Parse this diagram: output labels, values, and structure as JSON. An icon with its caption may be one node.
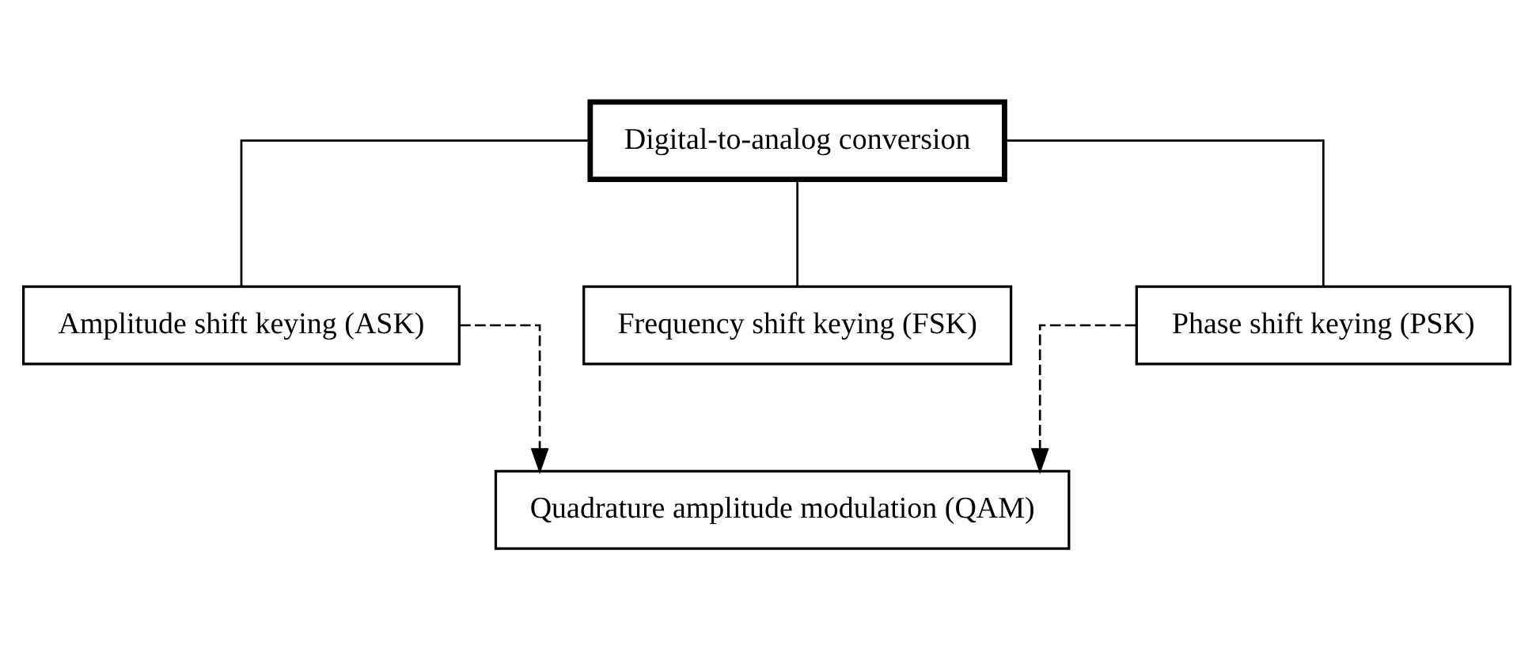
{
  "diagram": {
    "nodes": [
      {
        "text": [
          "Digital-to-analog conversion"
        ]
      },
      {
        "text": [
          "Amplitude shift keying (ASK)"
        ]
      },
      {
        "text": [
          "Frequency shift keying (FSK)"
        ]
      },
      {
        "text": [
          "Phase shift keying (PSK)"
        ]
      },
      {
        "text": [
          "Quadrature amplitude modulation (QAM)"
        ]
      }
    ],
    "edges": [
      {
        "from": 0,
        "to": 1,
        "arrow": "none"
      },
      {
        "from": 0,
        "to": 2,
        "arrow": "none"
      },
      {
        "from": 0,
        "to": 3,
        "arrow": "none"
      },
      {
        "from": 1,
        "to": 4,
        "arrow": "to",
        "style": "dashed"
      },
      {
        "from": 3,
        "to": 4,
        "arrow": "to",
        "style": "dashed"
      }
    ]
  }
}
